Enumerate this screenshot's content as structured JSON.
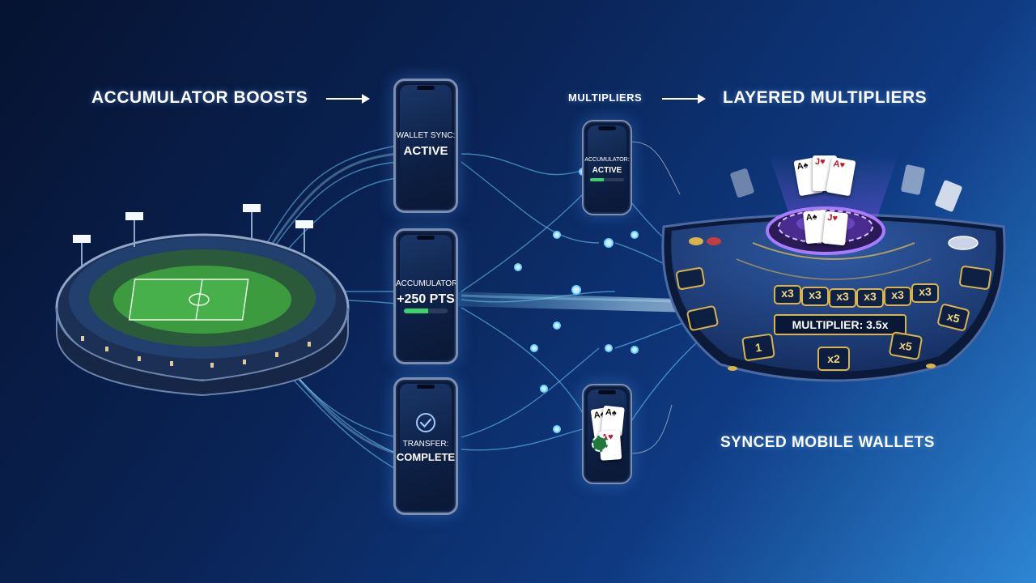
{
  "headlines": {
    "accumulator_boosts": "ACCUMULATOR BOOSTS",
    "multipliers": "MULTIPLIERS",
    "layered_multipliers": "LAYERED MULTIPLIERS",
    "synced_mobile_wallets": "SYNCED MOBILE WALLETS"
  },
  "phones": {
    "wallet_sync": {
      "line1": "WALLET SYNC:",
      "line2": "ACTIVE"
    },
    "accumulator": {
      "line1": "ACCUMULATOR:",
      "line2": "+250 PTS",
      "progress": 0.55
    },
    "transfer": {
      "line1": "TRANSFER:",
      "line2": "COMPLETE",
      "icon": "check-circle-icon"
    },
    "small_top": {
      "line1": "ACCUMULATOR:",
      "line2": "ACTIVE",
      "progress": 0.4
    },
    "small_bottom": {
      "icon": "playing-cards-icon"
    }
  },
  "table": {
    "multiplier_label": "MULTIPLIER: 3.5x",
    "chips_row": [
      "x3",
      "x3",
      "x3",
      "x3",
      "x3",
      "x3"
    ],
    "bottom_chips": [
      "1",
      "x2",
      "x5"
    ],
    "side_chips": [
      "x5"
    ],
    "cards_top": [
      "A♠",
      "J♥",
      "A♥"
    ],
    "cards_wheel": [
      "A♠",
      "J♥"
    ]
  },
  "colors": {
    "accent_green": "#39d36a",
    "gold": "#d9b44a",
    "purple_glow": "#8a4dff",
    "stream_blue": "#6fd0ff"
  }
}
